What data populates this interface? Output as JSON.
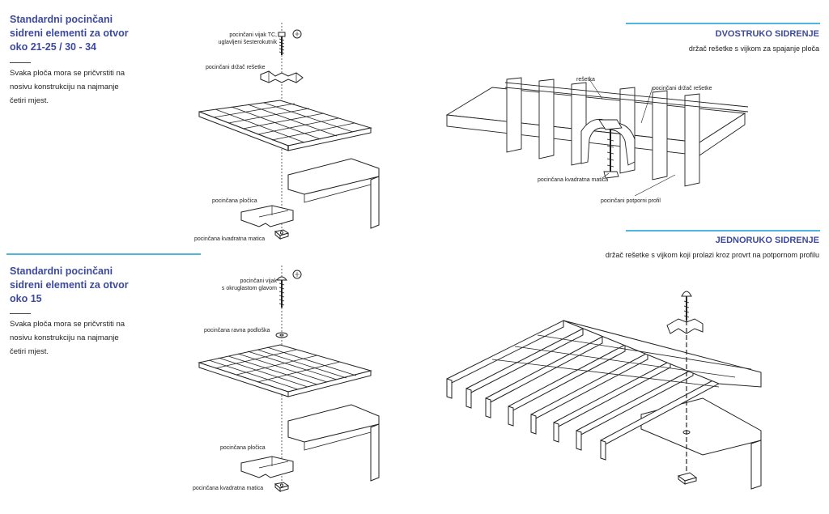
{
  "left_panels": [
    {
      "heading_lines": [
        "Standardni pocinčani",
        "sidreni elementi za otvor",
        "oko 21-25 / 30 - 34"
      ],
      "body_lines": [
        "Svaka ploča mora se pričvrstiti na",
        "nosivu konstrukciju na najmanje",
        "četiri mjest."
      ]
    },
    {
      "heading_lines": [
        "Standardni pocinčani",
        "sidreni elementi za otvor",
        "oko 15"
      ],
      "body_lines": [
        "Svaka ploča mora se pričvrstiti na",
        "nosivu konstrukciju na najmanje",
        "četiri mjest."
      ]
    }
  ],
  "diagram1_labels": {
    "screw": [
      "pocinčani vijak TC,",
      "uglavljeni šesterokutnik"
    ],
    "holder": "pocinčani držač rešetke",
    "plate": "pocinčana pločica",
    "nut": "pocinčana kvadratna matica"
  },
  "diagram2_labels": {
    "screw": [
      "pocinčani vijak",
      "s okruglastom glavom"
    ],
    "washer": "pocinčana ravna podloška",
    "plate": "pocinčana pločica",
    "nut": "pocinčana kvadratna matica"
  },
  "double": {
    "title": "DVOSTRUKO SIDRENJE",
    "subtitle": "držač rešetke s vijkom za spajanje ploča",
    "labels": {
      "grating": "rešetka",
      "holder": "pocinčani držač rešetke",
      "nut": "pocinčana kvadratna matica",
      "profile": "pocinčani potporni profil"
    }
  },
  "single": {
    "title": "JEDNORUKO SIDRENJE",
    "subtitle": "držač rešetke s vijkom koji prolazi kroz provrt na potpornom profilu"
  },
  "colors": {
    "heading": "#3d4a9c",
    "rule": "#4fb6e0",
    "line": "#222222"
  }
}
